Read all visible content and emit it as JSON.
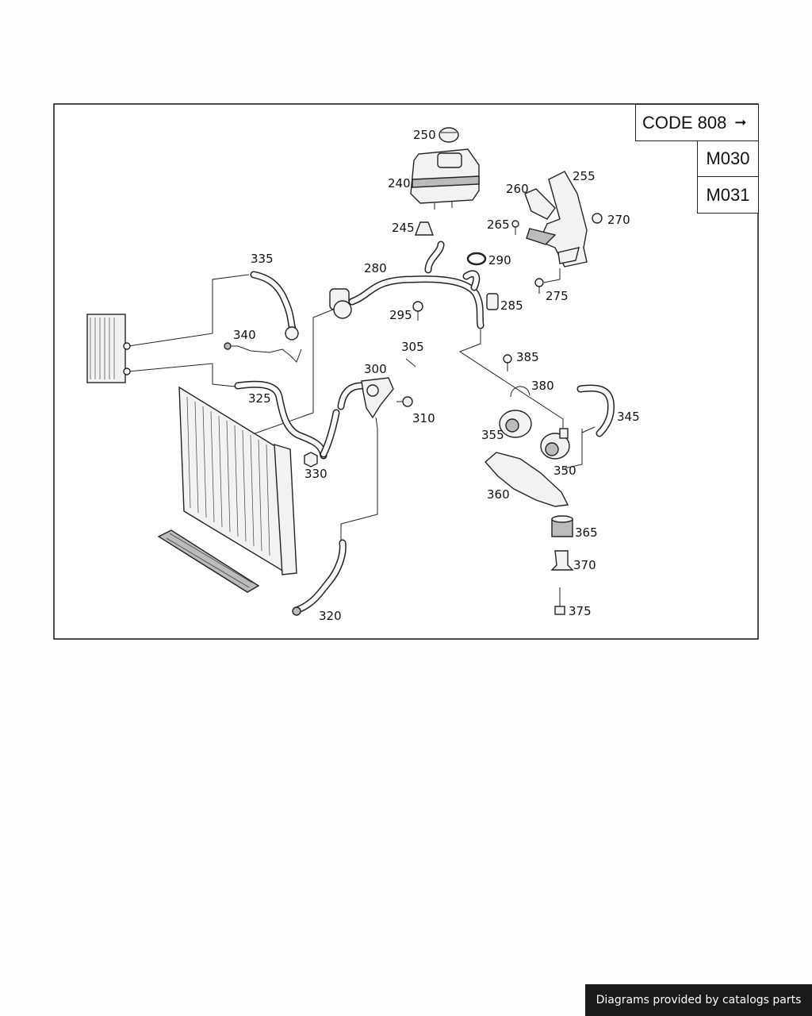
{
  "header_codes": {
    "code": "CODE 808",
    "code_arrow": "➞",
    "model_1": "M030",
    "model_2": "M031"
  },
  "callouts": {
    "p240": "240",
    "p245": "245",
    "p250": "250",
    "p255": "255",
    "p260": "260",
    "p265": "265",
    "p270": "270",
    "p275": "275",
    "p280": "280",
    "p285": "285",
    "p290": "290",
    "p295": "295",
    "p300": "300",
    "p305": "305",
    "p310": "310",
    "p320": "320",
    "p325": "325",
    "p330": "330",
    "p335": "335",
    "p340": "340",
    "p345": "345",
    "p350": "350",
    "p355": "355",
    "p360": "360",
    "p365": "365",
    "p370": "370",
    "p375": "375",
    "p380": "380",
    "p385": "385"
  },
  "footer": {
    "text": "Diagrams provided by catalogs parts"
  },
  "icons": {
    "arrow": "right-arrow-icon"
  }
}
